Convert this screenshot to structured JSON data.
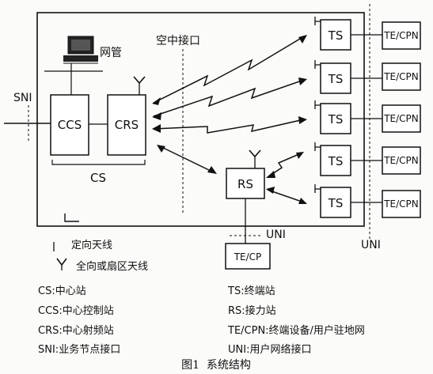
{
  "diagram": {
    "nodes": {
      "ccs": "CCS",
      "crs": "CRS",
      "cs": "CS",
      "rs": "RS",
      "te_cp": "TE/CP",
      "network_mgmt": "网管",
      "sni": "SNI",
      "air_interface": "空中接口",
      "uni_bottom": "UNI",
      "uni_right": "UNI",
      "ts": [
        "TS",
        "TS",
        "TS",
        "TS",
        "TS"
      ],
      "te_cpn": [
        "TE/CPN",
        "TE/CPN",
        "TE/CPN",
        "TE/CPN",
        "TE/CPN"
      ]
    }
  },
  "legend": {
    "directional_antenna": "定向天线",
    "omni_antenna": "全向或扇区天线",
    "left": [
      "CS:中心站",
      "CCS:中心控制站",
      "CRS:中心射频站",
      "SNI:业务节点接口"
    ],
    "right": [
      "TS:终端站",
      "RS:接力站",
      "TE/CPN:终端设备/用户驻地网",
      "UNI:用户网络接口"
    ]
  },
  "caption": "图1  系统结构"
}
